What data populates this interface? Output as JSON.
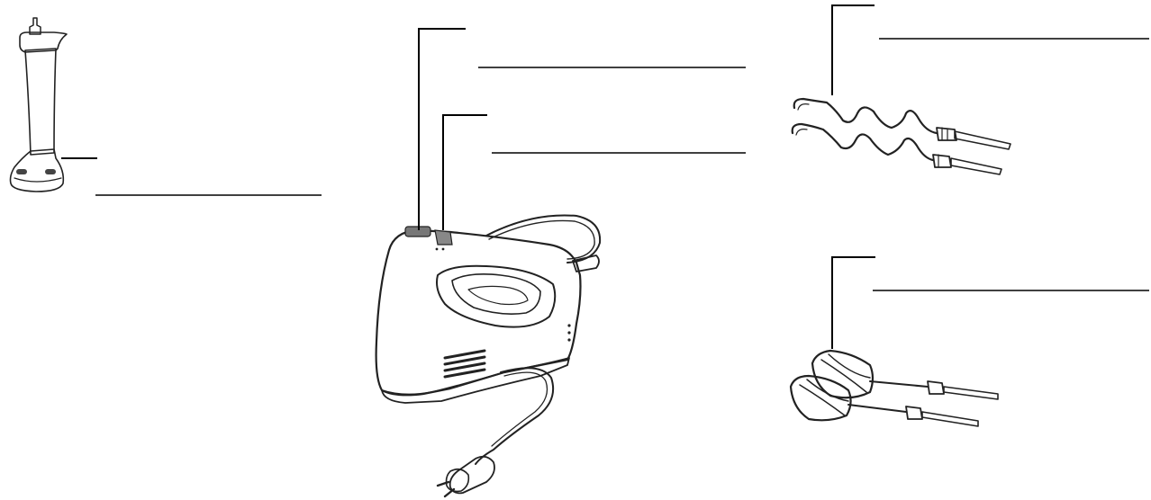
{
  "diagram": {
    "parts": [
      {
        "id": "blender-attachment",
        "label": ""
      },
      {
        "id": "speed-switch",
        "label": ""
      },
      {
        "id": "eject-button",
        "label": ""
      },
      {
        "id": "dough-hooks",
        "label": ""
      },
      {
        "id": "beaters",
        "label": ""
      }
    ]
  },
  "colors": {
    "line": "#000000",
    "body": "#f4f4f4",
    "shade": "#d2d2d2",
    "dark": "#555555"
  }
}
